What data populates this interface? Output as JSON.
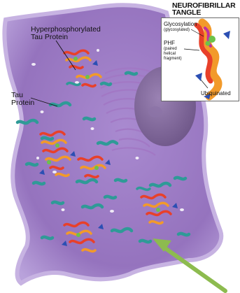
{
  "labels": {
    "hyperphosphorylated_line1": "Hyperphosphorylated",
    "hyperphosphorylated_line2": "Tau Protein",
    "tau_line1": "Tau",
    "tau_line2": "Protein"
  },
  "inset": {
    "title_line1": "NEUROFIBRILLAR",
    "title_line2": "TANGLE",
    "glycosylation": "Glycosylation",
    "glycosylated": "(glycosylated)",
    "phf": "PHF",
    "phf_desc_line1": "(paired",
    "phf_desc_line2": "helical",
    "phf_desc_line3": "fragment)",
    "ubiquinated": "Ubiquinated"
  },
  "colors": {
    "cell_fill": "#9a78c2",
    "cell_edge": "#b49ad6",
    "nucleus": "#7d6397",
    "tau_protein": "#2f9a97",
    "tangle_red": "#e8402a",
    "tangle_orange": "#f29a2a",
    "tangle_green": "#6cc24a",
    "ubiquitin_blue": "#2b4fb3",
    "arrow": "#8dbb4f"
  }
}
